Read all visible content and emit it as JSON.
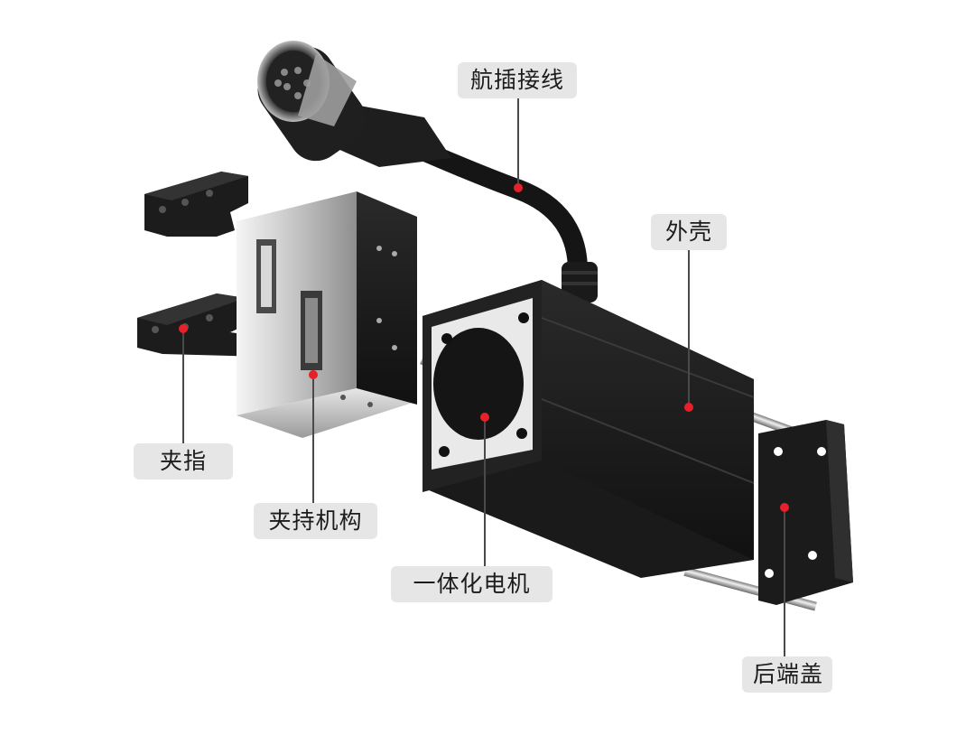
{
  "labels": {
    "connector": "航插接线",
    "shell": "外壳",
    "finger": "夹指",
    "clamp": "夹持机构",
    "motor": "一体化电机",
    "end_cap": "后端盖"
  },
  "colors": {
    "accent_dot": "#e8202a",
    "label_bg": "#e6e6e6",
    "body_black": "#1b1b1b"
  }
}
